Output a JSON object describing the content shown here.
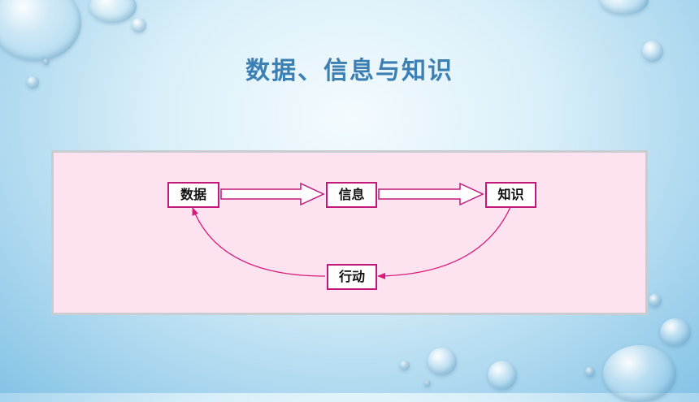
{
  "slide": {
    "title": "数据、信息与知识"
  },
  "diagram": {
    "nodes": [
      {
        "id": "data",
        "label": "数据"
      },
      {
        "id": "info",
        "label": "信息"
      },
      {
        "id": "knowledge",
        "label": "知识"
      },
      {
        "id": "action",
        "label": "行动"
      }
    ],
    "edges": [
      {
        "from": "data",
        "to": "info",
        "style": "hollow-arrow"
      },
      {
        "from": "info",
        "to": "knowledge",
        "style": "hollow-arrow"
      },
      {
        "from": "knowledge",
        "to": "action",
        "style": "curved-arrow"
      },
      {
        "from": "action",
        "to": "data",
        "style": "curved-arrow"
      }
    ],
    "colors": {
      "node_border": "#c2187b",
      "curve": "#d81b7a",
      "panel_bg": "#fde3ef",
      "title": "#3b7fb3"
    }
  }
}
